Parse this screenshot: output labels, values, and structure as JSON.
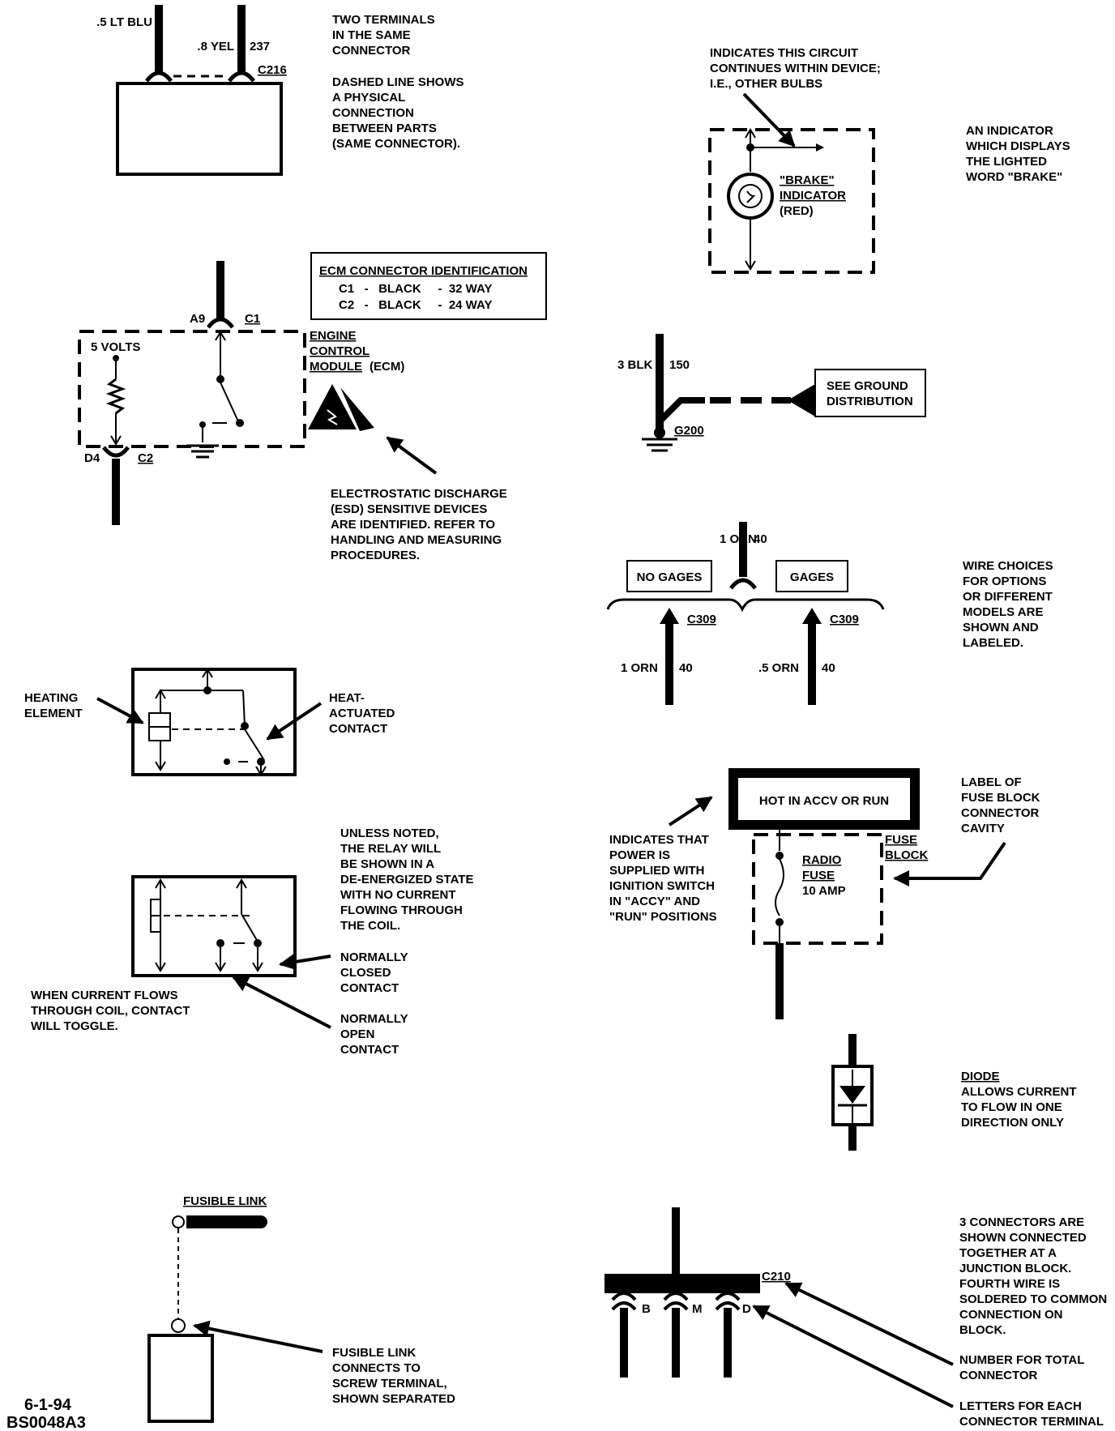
{
  "footer": {
    "date": "6-1-94",
    "code": "BS0048A3"
  },
  "s1": {
    "wire_a": ".5 LT BLU",
    "wire_b": ".8 YEL",
    "circuit": "237",
    "connector": "C216",
    "note1": [
      "TWO TERMINALS",
      "IN THE SAME",
      "CONNECTOR"
    ],
    "note2": [
      "DASHED LINE SHOWS",
      "A PHYSICAL",
      "CONNECTION",
      "BETWEEN PARTS",
      "(SAME CONNECTOR)."
    ]
  },
  "s2": {
    "box_title": "ECM CONNECTOR IDENTIFICATION",
    "box_rows": [
      "C1   -   BLACK     -  32 WAY",
      "C2   -   BLACK     -  24 WAY"
    ],
    "term_top": "A9",
    "conn_top": "C1",
    "voltage": "5 VOLTS",
    "term_bottom": "D4",
    "conn_bottom": "C2",
    "module": [
      "ENGINE",
      "CONTROL",
      "MODULE"
    ],
    "module_abbr": "(ECM)",
    "esd": [
      "ELECTROSTATIC DISCHARGE",
      "(ESD) SENSITIVE DEVICES",
      "ARE IDENTIFIED.  REFER TO",
      "HANDLING AND MEASURING",
      "PROCEDURES."
    ]
  },
  "s3": {
    "left": [
      "HEATING",
      "ELEMENT"
    ],
    "right": [
      "HEAT-",
      "ACTUATED",
      "CONTACT"
    ]
  },
  "s4": {
    "note": [
      "UNLESS NOTED,",
      "THE RELAY WILL",
      "BE SHOWN IN A",
      "DE-ENERGIZED STATE",
      "WITH NO CURRENT",
      "FLOWING THROUGH",
      "THE COIL."
    ],
    "nc": [
      "NORMALLY",
      "CLOSED",
      "CONTACT"
    ],
    "no": [
      "NORMALLY",
      "OPEN",
      "CONTACT"
    ],
    "toggle": [
      "WHEN CURRENT FLOWS",
      "THROUGH COIL, CONTACT",
      "WILL TOGGLE."
    ]
  },
  "s5": {
    "title": "FUSIBLE LINK",
    "note": [
      "FUSIBLE LINK",
      "CONNECTS TO",
      "SCREW TERMINAL,",
      "SHOWN SEPARATED"
    ]
  },
  "r1": {
    "note_top": [
      "INDICATES THIS CIRCUIT",
      "CONTINUES WITHIN DEVICE;",
      "I.E., OTHER BULBS"
    ],
    "label": [
      "\"BRAKE\"",
      "INDICATOR"
    ],
    "color": "(RED)",
    "note_right": [
      "AN INDICATOR",
      "WHICH DISPLAYS",
      "THE LIGHTED",
      "WORD \"BRAKE\""
    ]
  },
  "r2": {
    "wire": "3 BLK",
    "circuit": "150",
    "box": [
      "SEE GROUND",
      "DISTRIBUTION"
    ],
    "ground": "G200"
  },
  "r3": {
    "wire_top": "1 ORN",
    "circuit_top": "40",
    "opt_left": "NO GAGES",
    "opt_right": "GAGES",
    "conn": "C309",
    "wire_left": "1 ORN",
    "circuit_left": "40",
    "wire_right": ".5 ORN",
    "circuit_right": "40",
    "note": [
      "WIRE CHOICES",
      "FOR OPTIONS",
      "OR DIFFERENT",
      "MODELS ARE",
      "SHOWN AND",
      "LABELED."
    ]
  },
  "r4": {
    "hot": "HOT IN ACCV OR RUN",
    "fuse_block": [
      "FUSE",
      "BLOCK"
    ],
    "fuse": [
      "RADIO",
      "FUSE"
    ],
    "amp": "10 AMP",
    "note_left": [
      "INDICATES THAT",
      "POWER IS",
      "SUPPLIED WITH",
      "IGNITION SWITCH",
      "IN \"ACCY\" AND",
      "\"RUN\" POSITIONS"
    ],
    "note_right": [
      "LABEL OF",
      "FUSE BLOCK",
      "CONNECTOR",
      "CAVITY"
    ]
  },
  "r5": {
    "title": "DIODE",
    "note": [
      "ALLOWS CURRENT",
      "TO FLOW IN ONE",
      "DIRECTION ONLY"
    ]
  },
  "r6": {
    "conn": "C210",
    "letters": [
      "B",
      "M",
      "D"
    ],
    "note1": [
      "3 CONNECTORS ARE",
      "SHOWN CONNECTED",
      "TOGETHER AT A",
      "JUNCTION BLOCK.",
      "FOURTH WIRE IS",
      "SOLDERED TO COMMON",
      "CONNECTION ON",
      "BLOCK."
    ],
    "note2": [
      "NUMBER FOR TOTAL",
      "CONNECTOR"
    ],
    "note3": [
      "LETTERS FOR EACH",
      "CONNECTOR TERMINAL"
    ]
  }
}
